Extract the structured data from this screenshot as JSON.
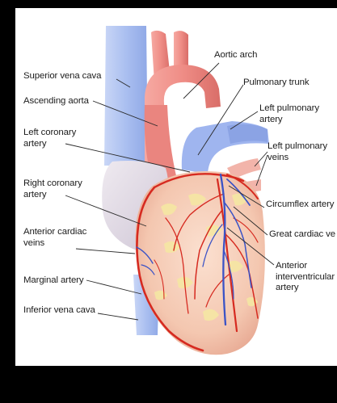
{
  "labels": {
    "aortic_arch": "Aortic arch",
    "superior_vena_cava": "Superior vena cava",
    "pulmonary_trunk": "Pulmonary trunk",
    "ascending_aorta": "Ascending aorta",
    "left_pulmonary_artery": "Left pulmonary\nartery",
    "left_coronary_artery": "Left coronary\nartery",
    "left_pulmonary_veins": "Left pulmonary\nveins",
    "right_coronary_artery": "Right coronary\nartery",
    "circumflex_artery": "Circumflex artery",
    "anterior_cardiac_veins": "Anterior cardiac\nveins",
    "great_cardiac_vein": "Great cardiac ve",
    "marginal_artery": "Marginal artery",
    "anterior_interventricular_artery": "Anterior\ninterventricular\nartery",
    "inferior_vena_cava": "Inferior vena cava"
  },
  "colors": {
    "background": "#000000",
    "panel": "#ffffff",
    "vein_blue": "#a9bff0",
    "aorta_red": "#ee8a84",
    "myocardium": "#f6cdb7",
    "artery_red": "#d8231b",
    "vein_dark_blue": "#3d55c8",
    "fat_yellow": "#f6e9a6",
    "atrium_gray": "#e4dfe6",
    "leader_line": "#2a2a2a"
  }
}
